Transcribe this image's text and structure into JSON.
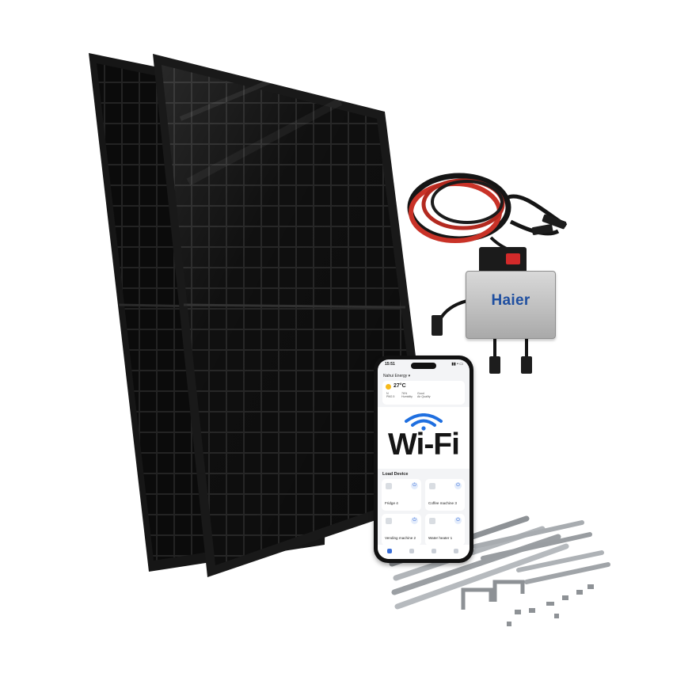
{
  "inverter": {
    "brand": "Haier"
  },
  "phone": {
    "status_time": "15:51",
    "status_icons": "▮▮ • ▭",
    "app_title": "Nahui Energy ▾",
    "temperature": "27°C",
    "stats": [
      {
        "value": "N",
        "label": "PM2.5"
      },
      {
        "value": "76%",
        "label": "Humidity"
      },
      {
        "value": "Good",
        "label": "Air Quality"
      }
    ],
    "wifi_text": "Wi-Fi",
    "load_title": "Load Device",
    "devices": [
      {
        "name": "Fridge 4"
      },
      {
        "name": "Coffee machine 3"
      },
      {
        "name": "Vending machine 2"
      },
      {
        "name": "Water heater 1"
      }
    ],
    "power_symbol": "⏻"
  },
  "colors": {
    "panel": "#0d0d0d",
    "panel_frame": "#1a1a1a",
    "cable_red": "#c93227",
    "cable_black": "#151515",
    "rail": "#a8acb0",
    "brand_blue": "#1f4fa0"
  }
}
